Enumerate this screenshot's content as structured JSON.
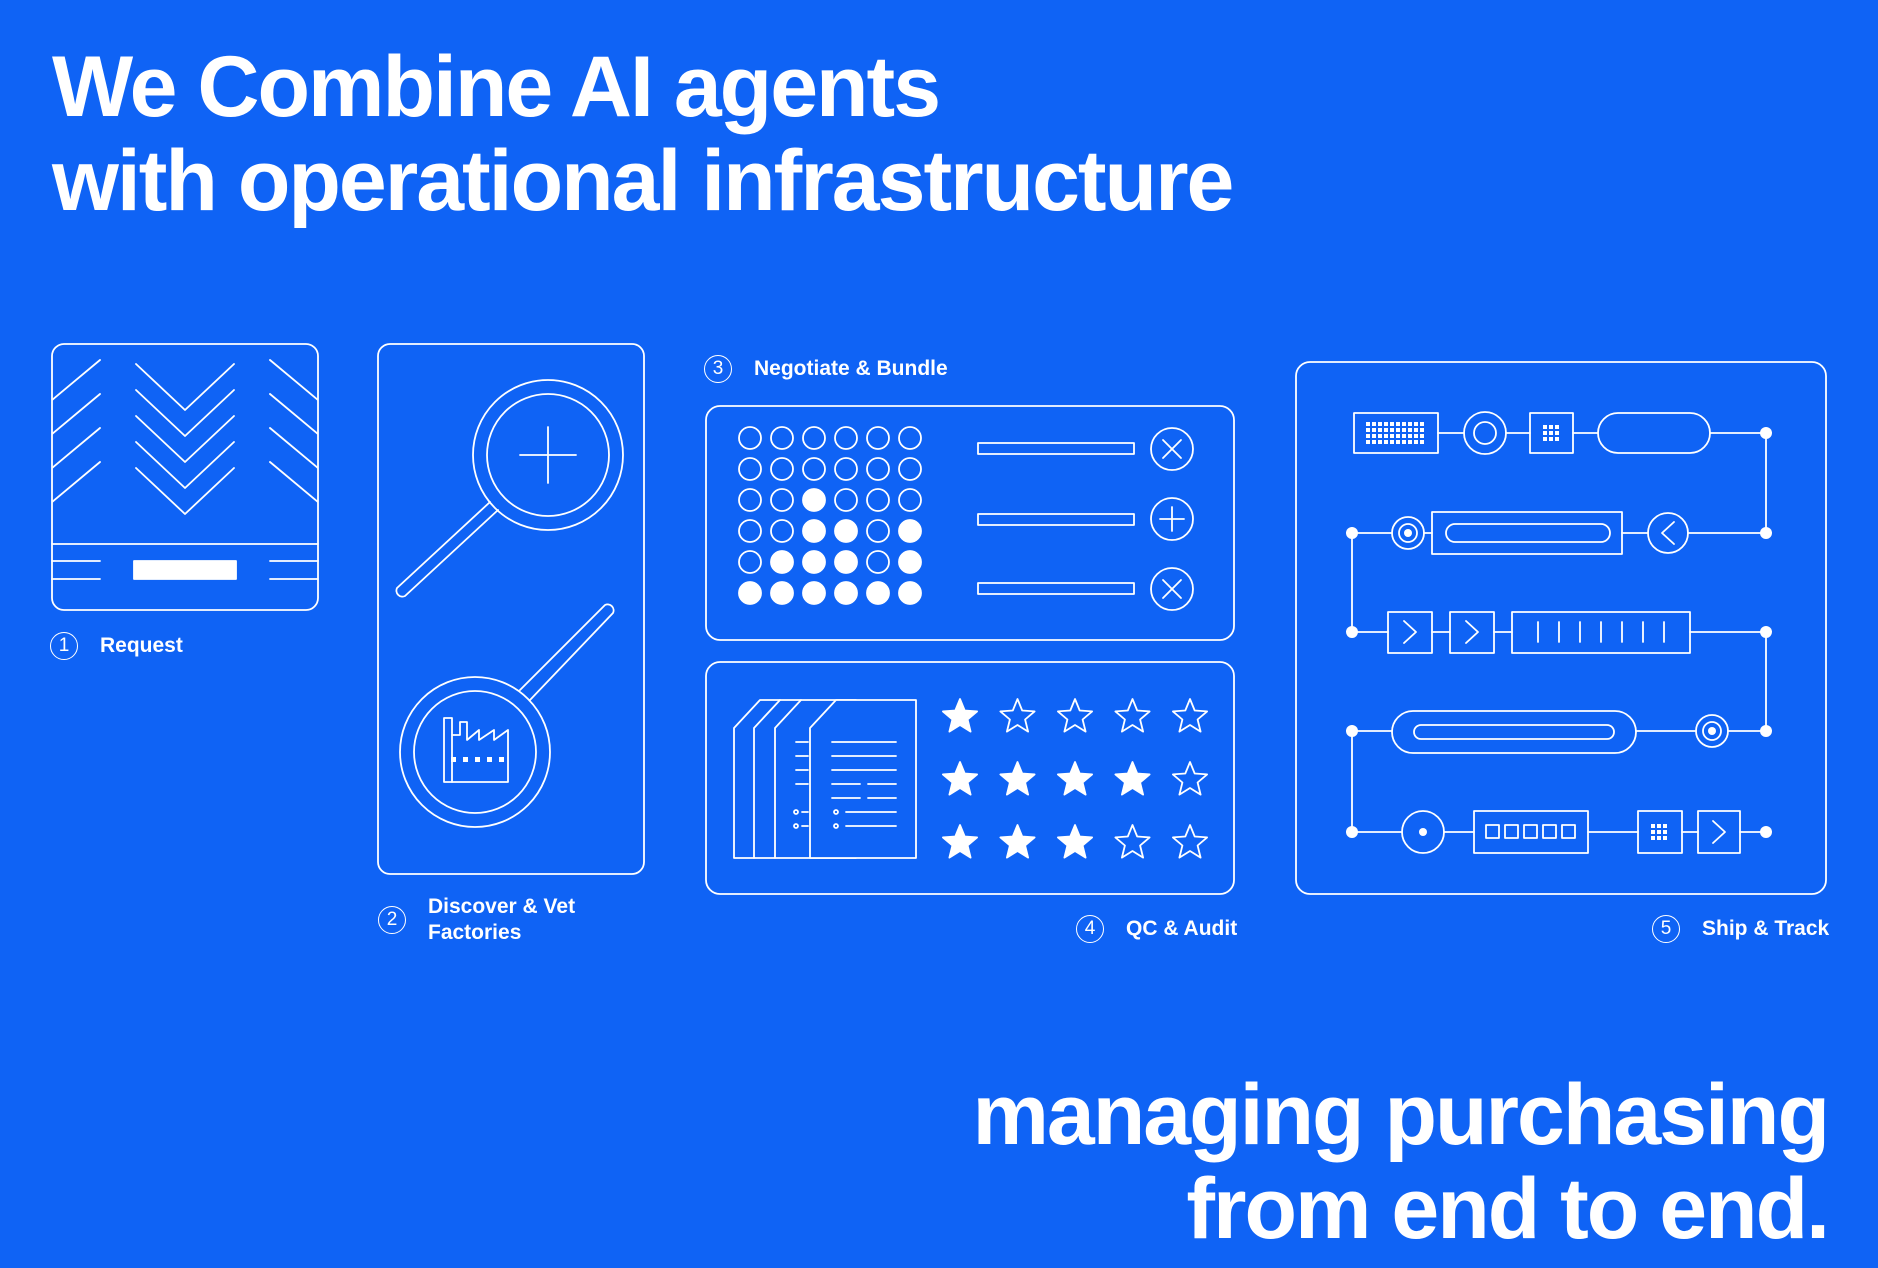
{
  "headline": {
    "line1": "We Combine AI agents",
    "line2": "with operational infrastructure"
  },
  "tagline": {
    "line1": "managing purchasing",
    "line2": "from end to end."
  },
  "steps": [
    {
      "number": "1",
      "label_line1": "Request",
      "label_line2": ""
    },
    {
      "number": "2",
      "label_line1": "Discover & Vet",
      "label_line2": "Factories"
    },
    {
      "number": "3",
      "label_line1": "Negotiate & Bundle",
      "label_line2": ""
    },
    {
      "number": "4",
      "label_line1": "QC & Audit",
      "label_line2": ""
    },
    {
      "number": "5",
      "label_line1": "Ship & Track",
      "label_line2": ""
    }
  ],
  "colors": {
    "background": "#0f63f5",
    "foreground": "#ffffff"
  },
  "icons": {
    "request": "chevron-down-stack-icon",
    "discover": "magnifier-plus-and-factory-icon",
    "negotiate": "dot-matrix-with-toggle-buttons-icon",
    "qc": "documents-and-star-ratings-icon",
    "ship": "tracking-pipeline-icon"
  },
  "ratings": {
    "row1": 1,
    "row2": 4,
    "row3": 3,
    "max": 5
  }
}
